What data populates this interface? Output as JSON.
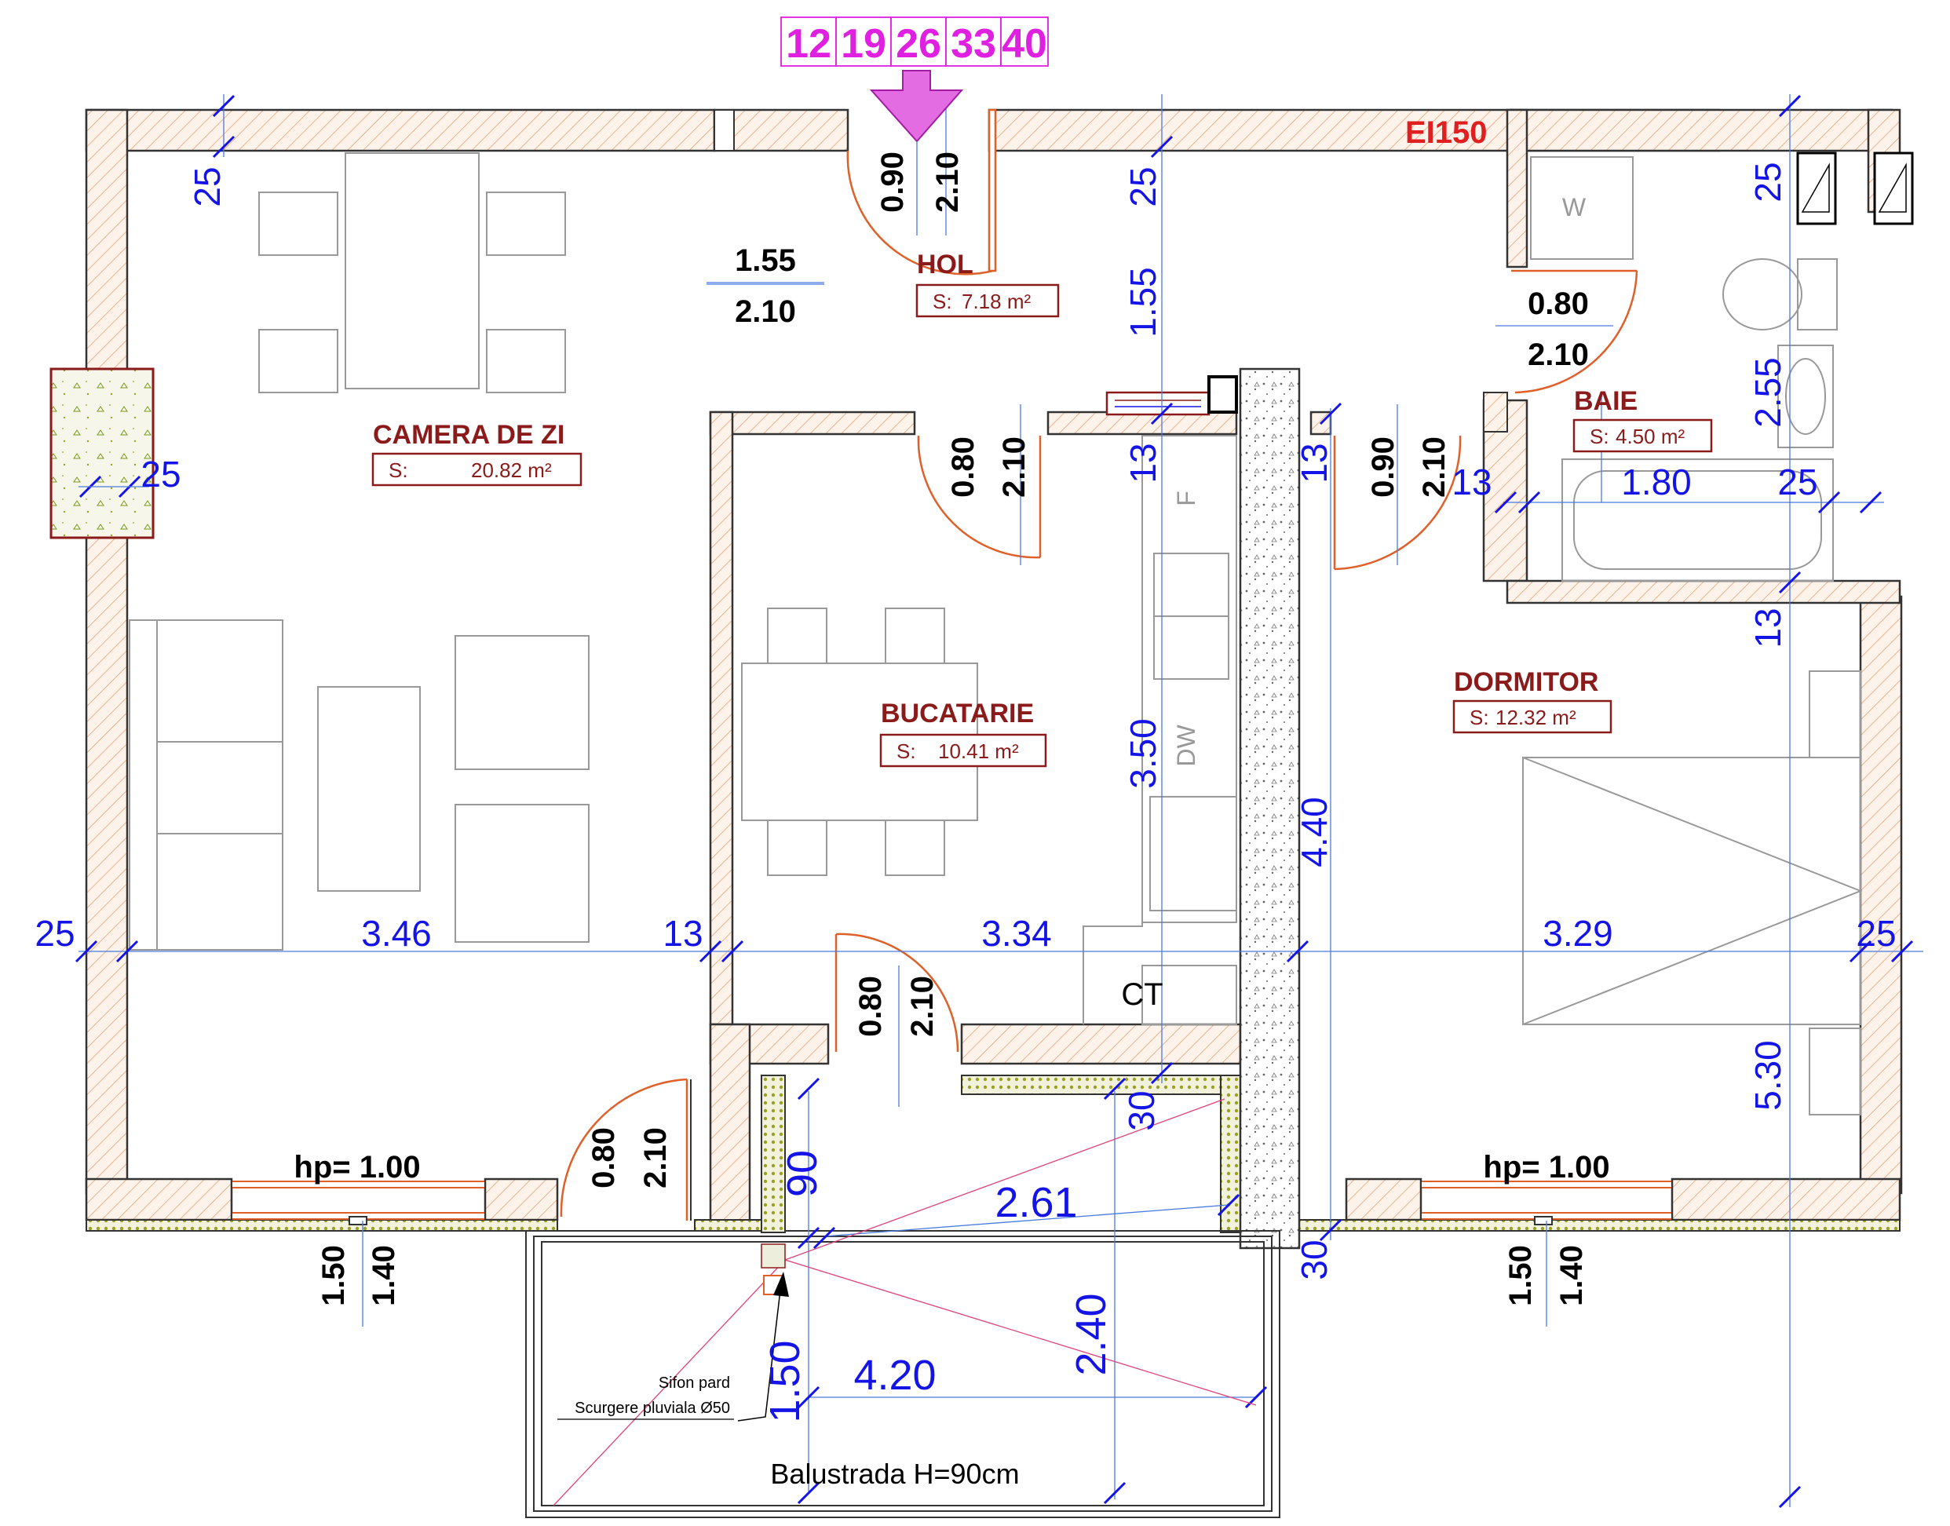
{
  "rooms": [
    {
      "name": "CAMERA DE ZI",
      "area_label": "S:",
      "area_value": "20.82 m²"
    },
    {
      "name": "HOL",
      "area_label": "S:",
      "area_value": "7.18 m²"
    },
    {
      "name": "BUCATARIE",
      "area_label": "S:",
      "area_value": "10.41 m²"
    },
    {
      "name": "BAIE",
      "area_label": "S:",
      "area_value": "4.50 m²"
    },
    {
      "name": "DORMITOR",
      "area_label": "S:",
      "area_value": "12.32 m²"
    }
  ],
  "stair_numbers": [
    "12",
    "19",
    "26",
    "33",
    "40"
  ],
  "fire_rating": "EI150",
  "fixture_labels": {
    "washer": "W",
    "fridge": "F",
    "dishwasher": "DW",
    "boiler": "CT"
  },
  "dims_blue": {
    "d25_top_left": "25",
    "d25_top_mid": "25",
    "d25_top_right": "25",
    "d155_vert": "1.55",
    "d255_vert": "2.55",
    "d13_a": "13",
    "d13_b": "13",
    "d13_c": "13",
    "d13_d": "13",
    "d13_e": "13",
    "d180": "1.80",
    "d25_bath": "25",
    "d25_window": "25",
    "d350": "3.50",
    "d440": "4.40",
    "d530": "5.30",
    "d25_left": "25",
    "d346": "3.46",
    "d334": "3.34",
    "d329": "3.29",
    "d25_right": "25",
    "d30_a": "30",
    "d30_b": "30",
    "d90": "90",
    "d261": "2.61",
    "d240": "2.40",
    "d150": "1.50",
    "d420": "4.20"
  },
  "dims_black": {
    "hol_w": "1.55",
    "hol_h": "2.10",
    "entry_w": "0.90",
    "entry_h": "2.10",
    "bath_w": "0.80",
    "bath_h": "2.10",
    "kit_w": "0.80",
    "kit_h": "2.10",
    "bed_w": "0.90",
    "bed_h": "2.10",
    "kdoor_w": "0.80",
    "kdoor_h": "2.10",
    "bal_w": "0.80",
    "bal_h": "2.10",
    "win_left_w": "1.50",
    "win_left_h": "1.40",
    "win_right_w": "1.50",
    "win_right_h": "1.40",
    "hp_left": "hp= 1.00",
    "hp_right": "hp= 1.00"
  },
  "notes": {
    "sifon": "Sifon pard",
    "drain": "Scurgere pluviala Ø50",
    "railing": "Balustrada H=90cm"
  }
}
